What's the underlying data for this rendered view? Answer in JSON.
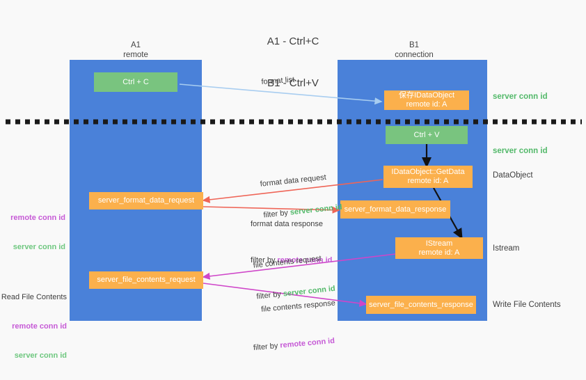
{
  "title": {
    "line1": "A1 - Ctrl+C",
    "line2": "B1 - Ctrl+V"
  },
  "columns": [
    {
      "name": "A1",
      "sub": "remote"
    },
    {
      "name": "B1",
      "sub": "connection"
    }
  ],
  "boxes": {
    "ctrl_c": "Ctrl + C",
    "ctrl_v": "Ctrl + V",
    "idataobject": "保存IDataObject\nremote id: A",
    "idataobject_getdata": "IDataObject::GetData\nremote id: A",
    "istream": "IStream\nremote id: A",
    "server_format_data_request": "server_format_data_request",
    "server_format_data_response": "server_format_data_response",
    "server_file_contents_request": "server_file_contents_request",
    "server_file_contents_response": "server_file_contents_response"
  },
  "right_labels": {
    "server_conn_id_1": "server conn id",
    "server_conn_id_2": "server conn id",
    "dataobject": "DataObject",
    "istream": "Istream",
    "write_file_contents": "Write File Contents"
  },
  "left_labels": {
    "remote_conn_id_1": "remote conn id",
    "server_conn_id_1": "server conn id",
    "read_file_contents": "Read File Contents",
    "remote_conn_id_2": "remote conn id",
    "server_conn_id_2": "server conn id"
  },
  "annotations": {
    "format_list": "format list",
    "format_data_request": "format data request",
    "format_data_request_filter_prefix": "filter by ",
    "format_data_request_filter_value": "server conn id",
    "format_data_response": "format data response",
    "format_data_response_filter_prefix": "filter by ",
    "format_data_response_filter_value": "remote conn id",
    "file_contents_request": "file contents request",
    "file_contents_request_filter_prefix": "filter by ",
    "file_contents_request_filter_value": "server conn id",
    "file_contents_response": "file contents response",
    "file_contents_response_filter_prefix": "filter by ",
    "file_contents_response_filter_value": "remote conn id"
  },
  "colors": {
    "lane": "#4a81d9",
    "green_box": "#79c47f",
    "orange_box": "#fbb04c",
    "arrow_blue": "#a8cdf0",
    "arrow_red": "#ef6557",
    "arrow_magenta": "#cf46c9",
    "arrow_black": "#111111",
    "conn_green": "#53b96a",
    "conn_purple": "#c65ad6",
    "background": "#f9f9f9"
  }
}
